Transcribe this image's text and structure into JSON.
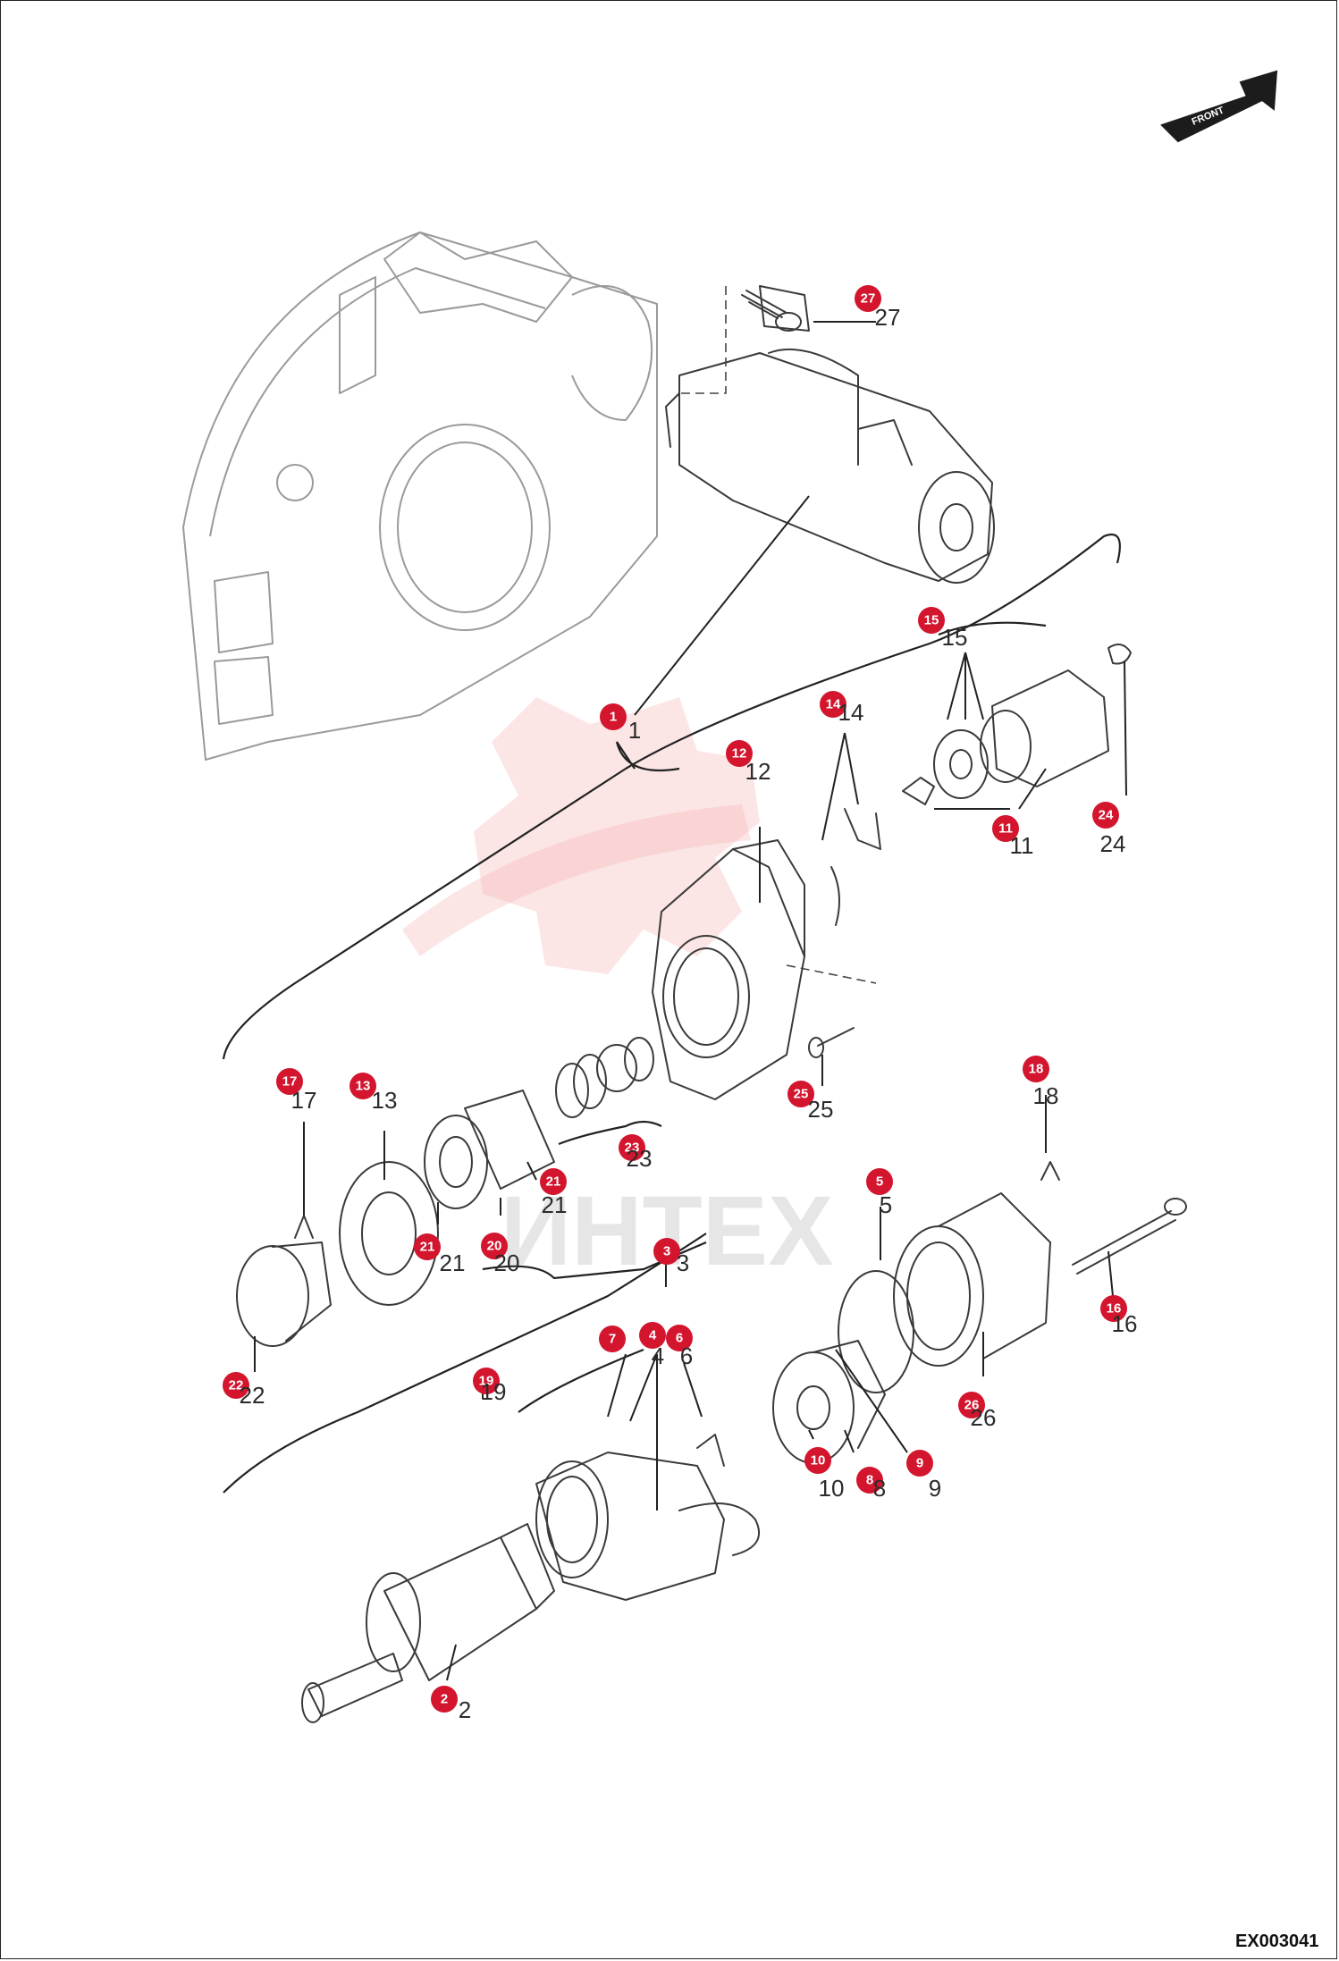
{
  "diagram": {
    "drawing_code": "EX003041",
    "watermark_text": "ИНТЕХ",
    "orientation_label": "FRONT",
    "callouts": [
      {
        "id": "c27",
        "label": "27"
      },
      {
        "id": "c15",
        "label": "15"
      },
      {
        "id": "c1",
        "label": "1"
      },
      {
        "id": "c12",
        "label": "12"
      },
      {
        "id": "c14",
        "label": "14"
      },
      {
        "id": "c11",
        "label": "11"
      },
      {
        "id": "c24",
        "label": "24"
      },
      {
        "id": "c25",
        "label": "25"
      },
      {
        "id": "c17",
        "label": "17"
      },
      {
        "id": "c13",
        "label": "13"
      },
      {
        "id": "c23",
        "label": "23"
      },
      {
        "id": "c18",
        "label": "18"
      },
      {
        "id": "c21a",
        "label": "21"
      },
      {
        "id": "c21b",
        "label": "21"
      },
      {
        "id": "c20",
        "label": "20"
      },
      {
        "id": "c5",
        "label": "5"
      },
      {
        "id": "c3",
        "label": "3"
      },
      {
        "id": "c16",
        "label": "16"
      },
      {
        "id": "c22",
        "label": "22"
      },
      {
        "id": "c19",
        "label": "19"
      },
      {
        "id": "c7",
        "label": "7"
      },
      {
        "id": "c4",
        "label": "4"
      },
      {
        "id": "c6",
        "label": "6"
      },
      {
        "id": "c26",
        "label": "26"
      },
      {
        "id": "c10",
        "label": "10"
      },
      {
        "id": "c8",
        "label": "8"
      },
      {
        "id": "c9",
        "label": "9"
      },
      {
        "id": "c2",
        "label": "2"
      }
    ]
  }
}
